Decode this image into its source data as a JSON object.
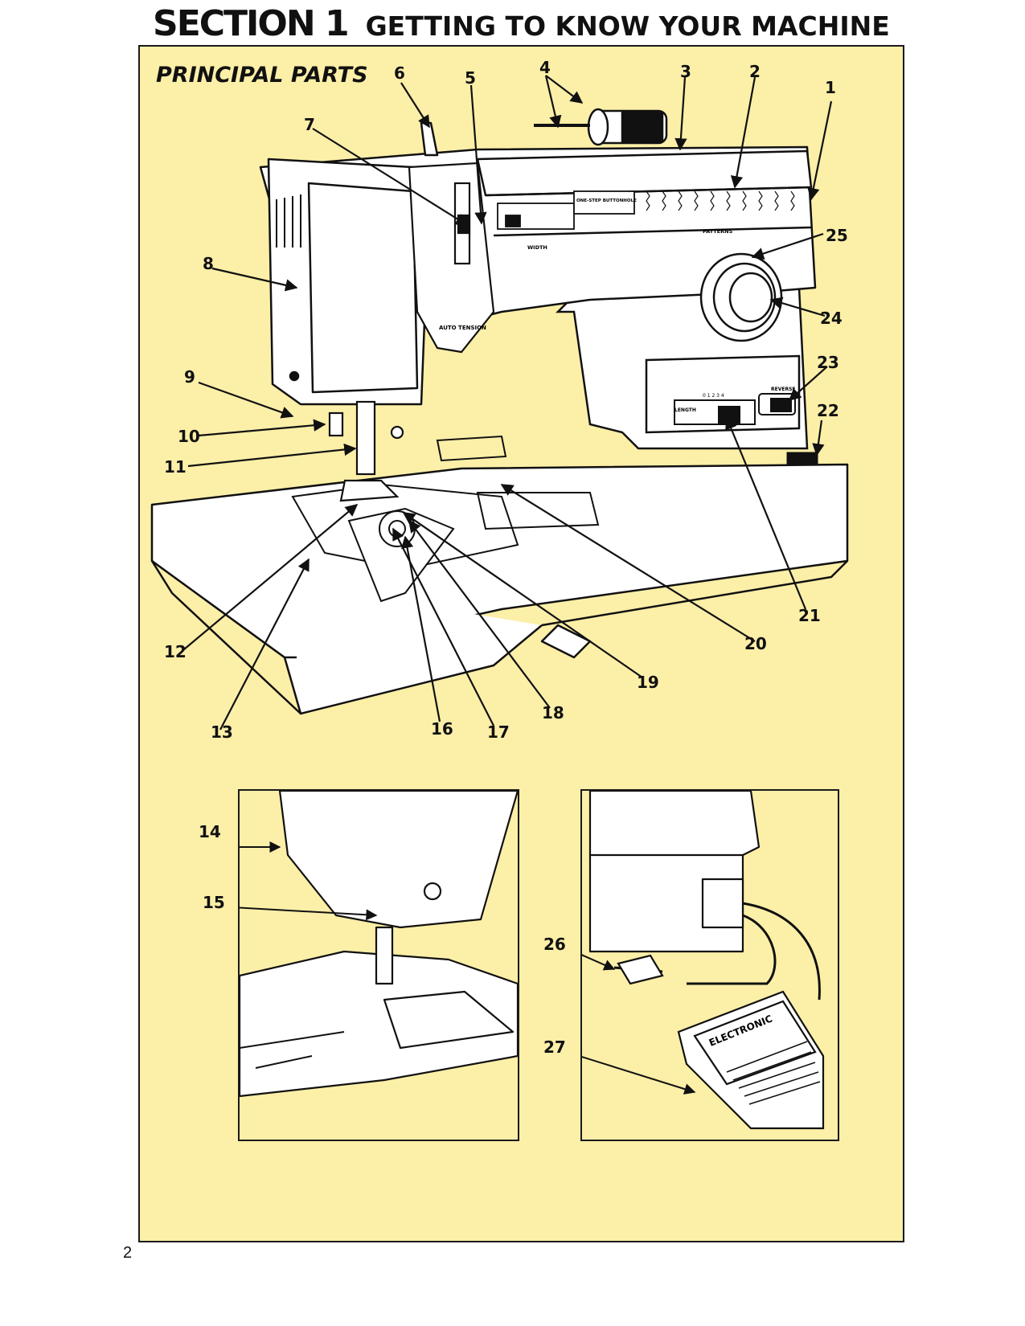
{
  "header": {
    "section_number": "SECTION 1",
    "section_title": "GETTING TO KNOW YOUR MACHINE"
  },
  "diagram": {
    "heading": "PRINCIPAL PARTS",
    "machine_labels": {
      "width": "WIDTH",
      "patterns": "PATTERNS",
      "buttonhole": "ONE-STEP BUTTONHOLE",
      "auto_tension": "AUTO TENSION",
      "length": "LENGTH",
      "reverse": "REVERSE",
      "length_scale": "0 1 2 3 4"
    },
    "pedal_label": "ELECTRONIC",
    "callouts": {
      "c1": "1",
      "c2": "2",
      "c3": "3",
      "c4": "4",
      "c5": "5",
      "c6": "6",
      "c7": "7",
      "c8": "8",
      "c9": "9",
      "c10": "10",
      "c11": "11",
      "c12": "12",
      "c13": "13",
      "c14": "14",
      "c15": "15",
      "c16": "16",
      "c17": "17",
      "c18": "18",
      "c19": "19",
      "c20": "20",
      "c21": "21",
      "c22": "22",
      "c23": "23",
      "c24": "24",
      "c25": "25",
      "c26": "26",
      "c27": "27"
    }
  },
  "page_number": "2"
}
